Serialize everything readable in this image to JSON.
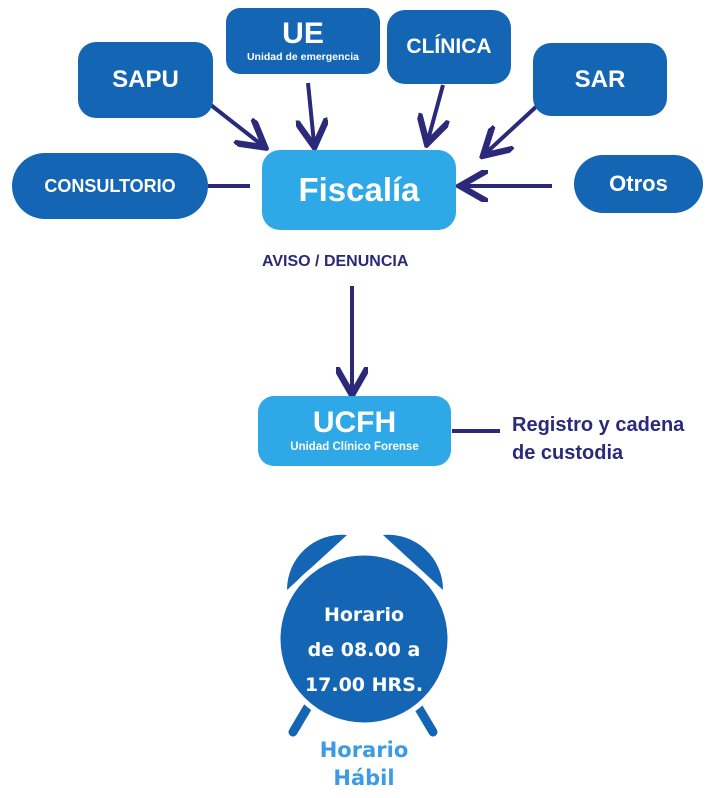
{
  "nodes": {
    "ue": {
      "title": "UE",
      "subtitle": "Unidad de emergencia"
    },
    "clinica": {
      "title": "CLÍNICA"
    },
    "sapu": {
      "title": "SAPU"
    },
    "sar": {
      "title": "SAR"
    },
    "consultorio": {
      "title": "CONSULTORIO"
    },
    "fiscalia": {
      "title": "Fiscalía"
    },
    "otros": {
      "title": "Otros"
    },
    "ucfh": {
      "title": "UCFH",
      "subtitle": "Unidad Clínico Forense"
    }
  },
  "labels": {
    "aviso": "AVISO / DENUNCIA",
    "registro_line1": "Registro y cadena",
    "registro_line2": "de custodia"
  },
  "clock": {
    "line1": "Horario",
    "line2": "de 08.00 a",
    "line3": "17.00 HRS.",
    "caption_line1": "Horario",
    "caption_line2": "Hábil"
  },
  "colors": {
    "dark_box": "#1565b5",
    "light_box": "#2ea8e6",
    "arrow": "#2b2a7a",
    "clock": "#1565b5",
    "caption": "#3d9be6"
  }
}
